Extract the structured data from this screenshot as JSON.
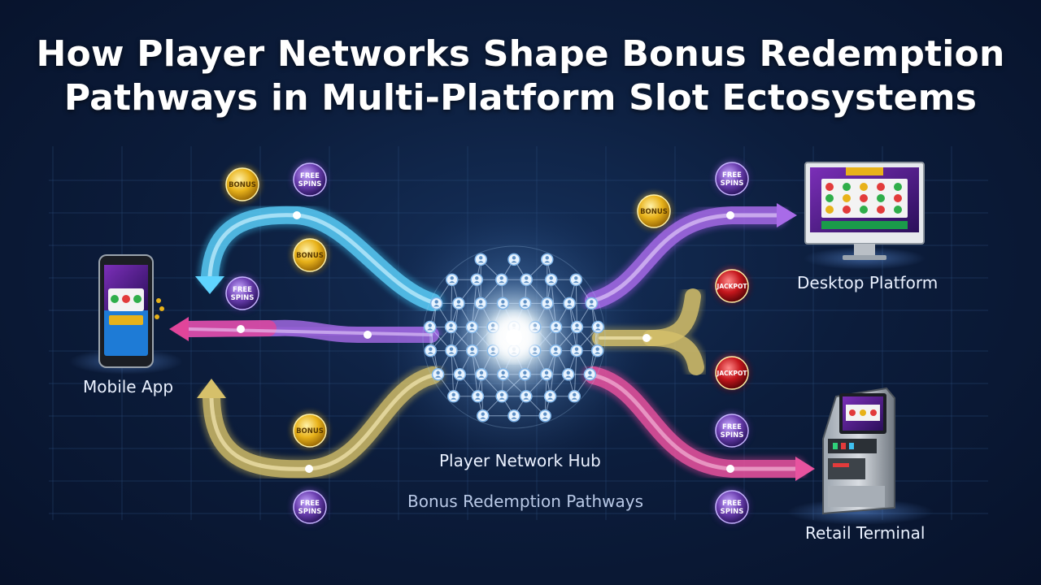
{
  "title": {
    "line1": "How Player Networks Shape Bonus Redemption",
    "line2": "Pathways in Multi-Platform Slot Ectosystems"
  },
  "nodes": {
    "mobile": "Mobile App",
    "desktop": "Desktop Platform",
    "retail": "Retail Terminal",
    "hub": "Player Network Hub"
  },
  "caption": "Bonus Redemption Pathways",
  "token_text": {
    "bonus": "BONUS",
    "free_spins_1": "FREE",
    "free_spins_2": "SPINS",
    "jackpot": "JACKPOT"
  },
  "colors": {
    "path_blue": "#3fc0f0",
    "path_purple": "#9b5de5",
    "path_pink": "#e0459a",
    "path_gold": "#c9b45c",
    "token_gold": "#e8b21a",
    "token_purple": "#6b3fb0",
    "token_red": "#c4161c"
  }
}
